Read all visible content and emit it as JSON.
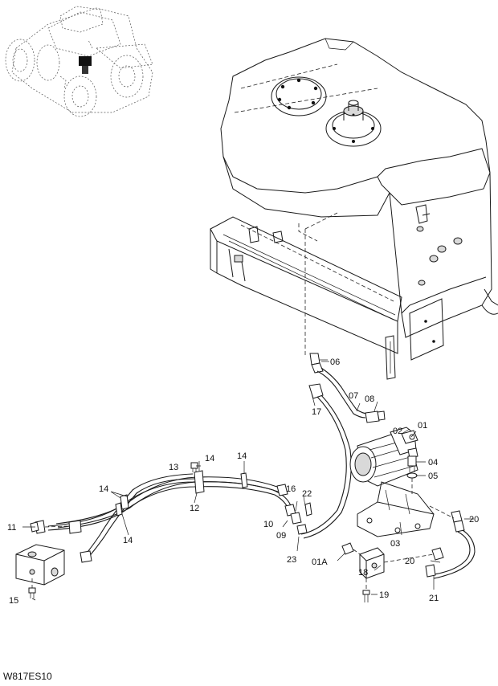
{
  "diagram_code": "W817ES10",
  "callouts": {
    "c01": "01",
    "c01A": "01A",
    "c02": "02",
    "c03": "03",
    "c04": "04",
    "c05": "05",
    "c06": "06",
    "c07": "07",
    "c08": "08",
    "c09": "09",
    "c10": "10",
    "c11": "11",
    "c12": "12",
    "c13": "13",
    "c14": "14",
    "c15": "15",
    "c16": "16",
    "c17": "17",
    "c18": "18",
    "c19": "19",
    "c20": "20",
    "c21": "21",
    "c22": "22",
    "c23": "23"
  }
}
